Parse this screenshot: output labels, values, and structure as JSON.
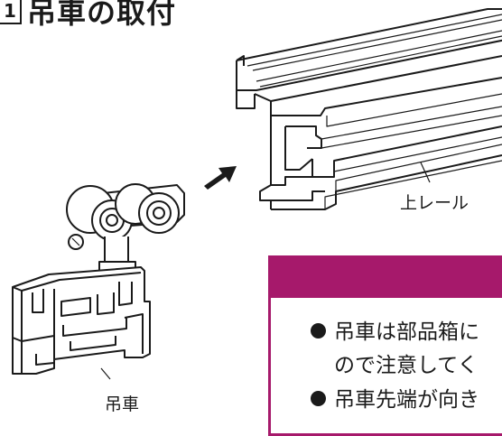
{
  "title": {
    "step_number": "1",
    "text": "吊車の取付"
  },
  "labels": {
    "upper_rail": "上レール",
    "trolley": "吊車"
  },
  "note": {
    "accent_color": "#a6196b",
    "lines": [
      "吊車は部品箱に",
      "ので注意してく",
      "吊車先端が向き"
    ]
  }
}
